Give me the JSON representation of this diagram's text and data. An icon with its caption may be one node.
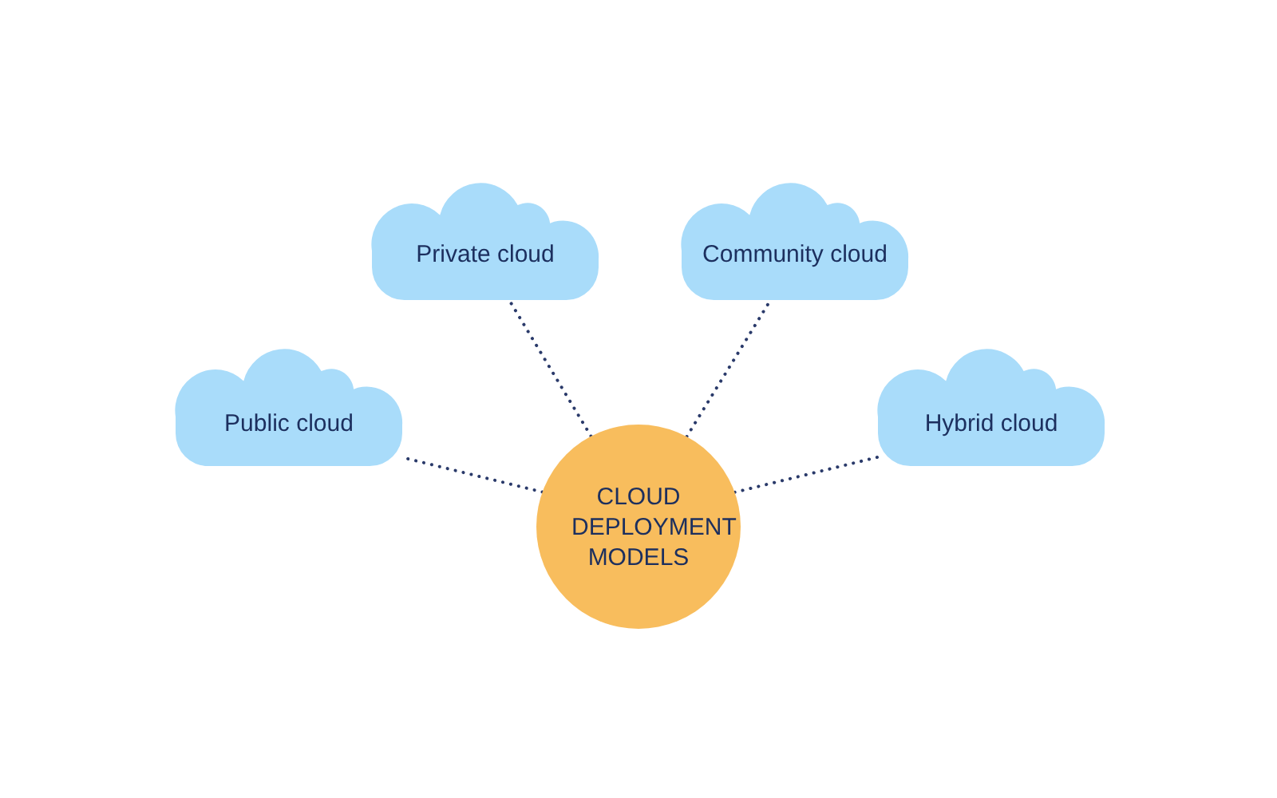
{
  "diagram": {
    "nodes": [
      {
        "text": [
          "Private cloud"
        ]
      },
      {
        "text": [
          "Community cloud"
        ]
      },
      {
        "text": [
          "Public cloud"
        ]
      },
      {
        "text": [
          "Hybrid cloud"
        ]
      },
      {
        "text": [
          "CLOUD DEPLOYMENT MODELS"
        ]
      }
    ],
    "edges": [
      {
        "from": 4,
        "to": 0,
        "arrow": "none"
      },
      {
        "from": 4,
        "to": 1,
        "arrow": "none"
      },
      {
        "from": 4,
        "to": 2,
        "arrow": "none"
      },
      {
        "from": 4,
        "to": 3,
        "arrow": "none"
      }
    ]
  }
}
